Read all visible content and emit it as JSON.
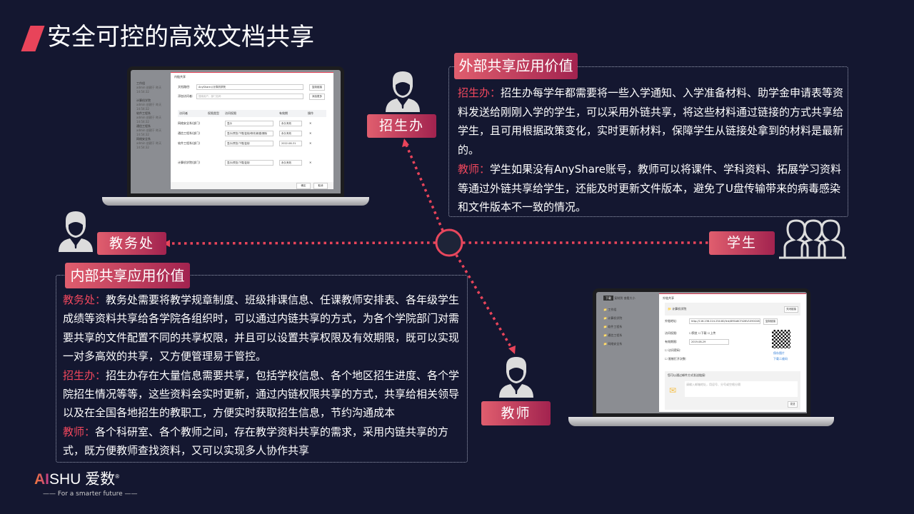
{
  "title": "安全可控的高效文档共享",
  "nodes": {
    "zhaosheng": "招生办",
    "jiaowu": "教务处",
    "xuesheng": "学生",
    "jiaoshi": "教师"
  },
  "external": {
    "header": "外部共享应用价值",
    "p1_key": "招生办：",
    "p1": "招生办每学年都需要将一些入学通知、入学准备材料、助学金申请表等资料发送给刚刚入学的学生，可以采用外链共享，将这些材料通过链接的方式共享给学生，且可用根据政策变化，实时更新材料，保障学生从链接处拿到的材料是最新的。",
    "p2_key": "教师：",
    "p2": "学生如果没有AnyShare账号，教师可以将课件、学科资料、拓展学习资料等通过外链共享给学生，还能及时更新文件版本，避免了U盘传输带来的病毒感染和文件版本不一致的情况。"
  },
  "internal": {
    "header": "内部共享应用价值",
    "p1_key": "教务处：",
    "p1": "教务处需要将教学规章制度、班级排课信息、任课教师安排表、各年级学生成绩等资料共享给各学院各组织时，可以通过内链共享的方式，为各个学院部门对需要共享的文件配置不同的共享权限，并且可以设置共享权限及有效期限，既可以实现一对多高效的共享，又方便管理易于管控。",
    "p2_key": "招生办：",
    "p2": "招生办存在大量信息需要共享，包括学校信息、各个地区招生进度、各个学院招生情况等等，这些资料会实时更新，通过内链权限共享的方式，共享给相关领导以及在全国各地招生的教职工，方便实时获取招生信息，节约沟通成本",
    "p3_key": "教师：",
    "p3": "各个科研室、各个教师之间，存在教学资料共享的需求，采用内链共享的方式，既方便教师查找资料，又可以实现多人协作共享"
  },
  "laptop1": {
    "dialog_title": "内链共享",
    "path_label": "文档路径:",
    "path_value": "AnyShare://计算机学院",
    "copy": "复制链接",
    "add_label": "添加访问者:",
    "add_placeholder": "搜索用户、部门名称",
    "add_btn": "添加更多",
    "cols": [
      "访问者",
      "权限类型",
      "访问权限",
      "有效期",
      "操作"
    ],
    "rows": [
      {
        "who": "网络安全系(部门)",
        "perm": "显示",
        "date": "永久有效"
      },
      {
        "who": "通信工程系(部门)",
        "perm": "显示/预览/下载/复制/修改/新建/删除",
        "date": "永久有效"
      },
      {
        "who": "软件工程系(部门)",
        "perm": "显示/预览/下载/复制",
        "date": "2022-08-31"
      },
      {
        "who": "计算机学院(部门)",
        "perm": "显示/预览/下载/复制",
        "date": "永久有效"
      }
    ],
    "ok": "确定",
    "cancel": "取消",
    "side": [
      "工作组",
      "admin 创建于 昨天 14:54:32",
      "计算机学院",
      "软件工程系",
      "通信工程系",
      "网络安全系"
    ]
  },
  "laptop2": {
    "dialog_title": "外链共享",
    "folder": "计算机学院",
    "close_link": "关闭链接",
    "link_label": "外链地址:",
    "link_value": "http://116.236.224.254:80/link/895A6CF426V1090C08B024DF",
    "copy": "复制链接",
    "perm_label": "访问权限:",
    "perms": [
      "预览",
      "下载",
      "上传"
    ],
    "expire_label": "有效期限:",
    "expire_value": "2019-08-29",
    "pwd_label": "访问密码:",
    "limit_label": "限制打开次数:",
    "qr_save": "保存图片",
    "qr_download": "下载二维码",
    "mail_label": "您可以通过邮件方式发送链接:",
    "mail_placeholder": "请输入邮箱地址，用逗号、分号或空格分隔",
    "send": "发送",
    "toolbar": [
      "下载",
      "复制到",
      "查看大小"
    ],
    "side": [
      "工作组",
      "计算机学院",
      "软件工程系",
      "通信工程系",
      "网络安全系"
    ]
  },
  "logo": {
    "brand": "AISHU 爱数",
    "tagline": "For a smarter future"
  },
  "colors": {
    "accent": "#e8445a",
    "bg": "#141730"
  }
}
